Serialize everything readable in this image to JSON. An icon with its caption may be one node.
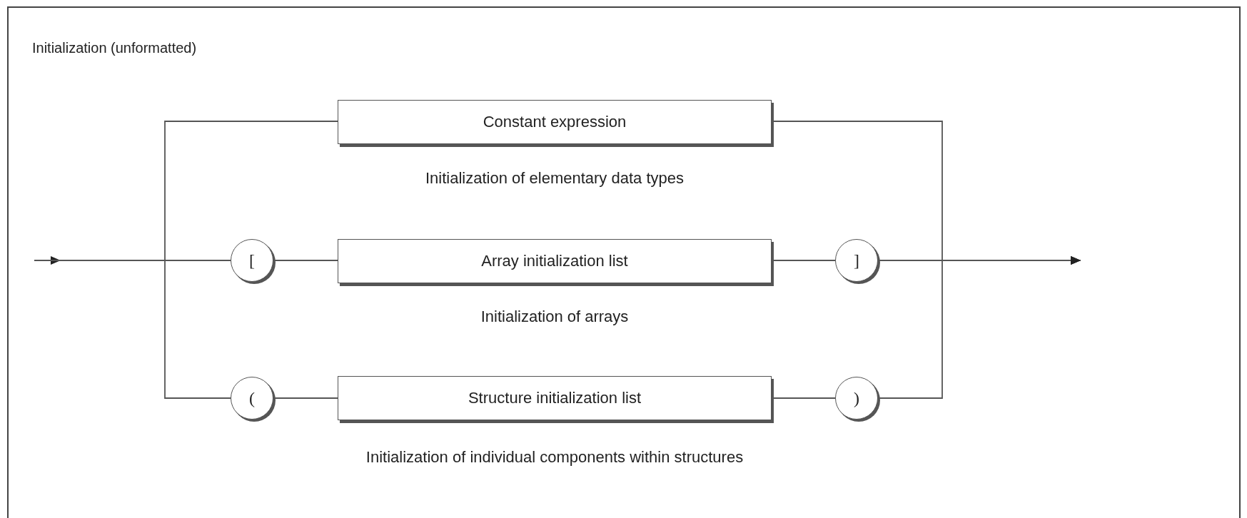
{
  "diagram": {
    "title": "Initialization (unformatted)",
    "nodes": [
      {
        "text": [
          "Constant expression"
        ],
        "beside": [
          "Initialization of elementary data types"
        ]
      },
      {
        "text": [
          "["
        ]
      },
      {
        "text": [
          "Array initialization list"
        ],
        "beside": [
          "Initialization of arrays"
        ]
      },
      {
        "text": [
          "]"
        ]
      },
      {
        "text": [
          "("
        ]
      },
      {
        "text": [
          "Structure initialization list"
        ],
        "beside": [
          "Initialization of individual components within structures"
        ]
      },
      {
        "text": [
          ")"
        ]
      }
    ],
    "edges": [
      {
        "from": null,
        "to": 0,
        "arrow": "none"
      },
      {
        "from": null,
        "to": 1,
        "arrow": "none"
      },
      {
        "from": null,
        "to": 4,
        "arrow": "none"
      },
      {
        "from": 1,
        "to": 2,
        "arrow": "none"
      },
      {
        "from": 2,
        "to": 3,
        "arrow": "none"
      },
      {
        "from": 4,
        "to": 5,
        "arrow": "none"
      },
      {
        "from": 5,
        "to": 6,
        "arrow": "none"
      },
      {
        "from": 0,
        "to": null,
        "arrow": "to"
      },
      {
        "from": 3,
        "to": null,
        "arrow": "to"
      },
      {
        "from": 6,
        "to": null,
        "arrow": "to"
      }
    ]
  }
}
